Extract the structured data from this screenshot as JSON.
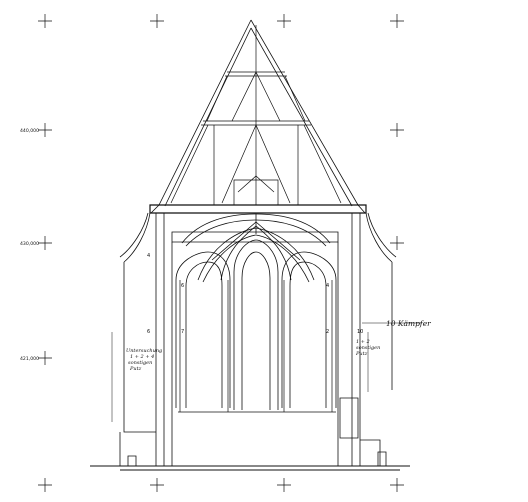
{
  "drawing": {
    "level_labels": [
      "440,000",
      "430,000",
      "421,000"
    ],
    "side_note": "10 Kämpfer",
    "left_callout": [
      "Untersuchung",
      "1 + 2 + 4",
      "sonstigen",
      "Putz"
    ],
    "right_callout": [
      "1 + 2",
      "sonstigen",
      "Putz"
    ],
    "axis_marks": [
      "4",
      "6",
      "4",
      "6",
      "7",
      "2",
      "10"
    ]
  },
  "colors": {
    "ink": "#111111",
    "paper": "#ffffff"
  }
}
